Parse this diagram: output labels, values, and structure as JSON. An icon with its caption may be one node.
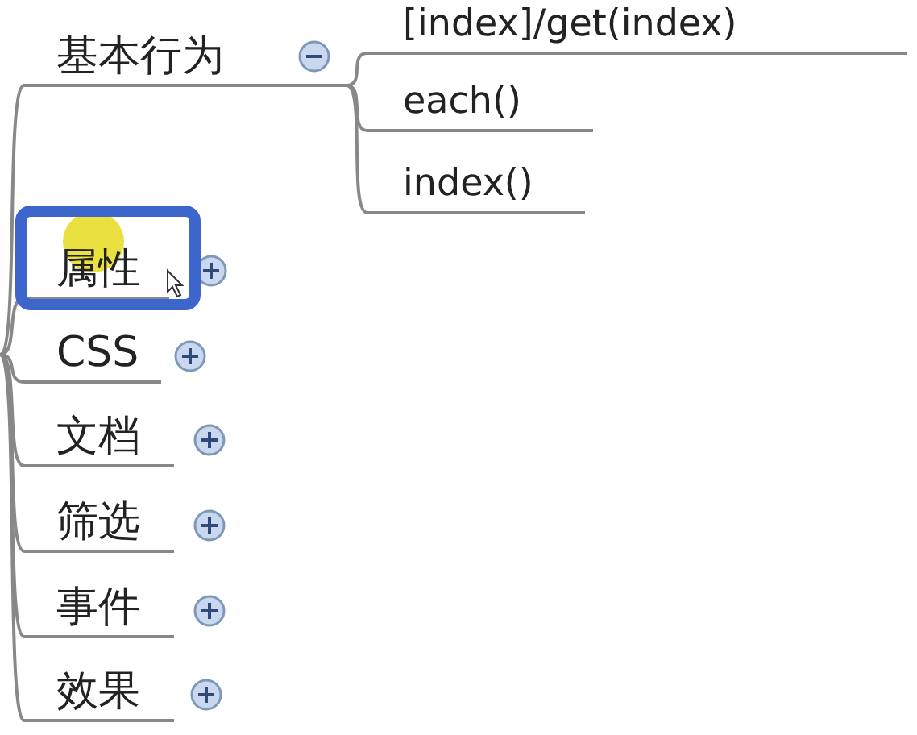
{
  "diagram": {
    "nodes": [
      {
        "text": [
          "基本行为"
        ]
      },
      {
        "text": [
          "[index]/get(index)"
        ]
      },
      {
        "text": [
          "each()"
        ]
      },
      {
        "text": [
          "index()"
        ]
      },
      {
        "text": [
          "属性"
        ]
      },
      {
        "text": [
          "CSS"
        ]
      },
      {
        "text": [
          "文档"
        ]
      },
      {
        "text": [
          "筛选"
        ]
      },
      {
        "text": [
          "事件"
        ]
      },
      {
        "text": [
          "效果"
        ]
      }
    ],
    "edges": [
      {
        "from": 0,
        "to": 1,
        "arrow": "none"
      },
      {
        "from": 0,
        "to": 2,
        "arrow": "none"
      },
      {
        "from": 0,
        "to": 3,
        "arrow": "none"
      },
      {
        "from": null,
        "to": 0,
        "arrow": "none"
      },
      {
        "from": null,
        "to": 4,
        "arrow": "none"
      },
      {
        "from": null,
        "to": 5,
        "arrow": "none"
      },
      {
        "from": null,
        "to": 6,
        "arrow": "none"
      },
      {
        "from": null,
        "to": 7,
        "arrow": "none"
      },
      {
        "from": null,
        "to": 8,
        "arrow": "none"
      },
      {
        "from": null,
        "to": 9,
        "arrow": "none"
      }
    ]
  }
}
